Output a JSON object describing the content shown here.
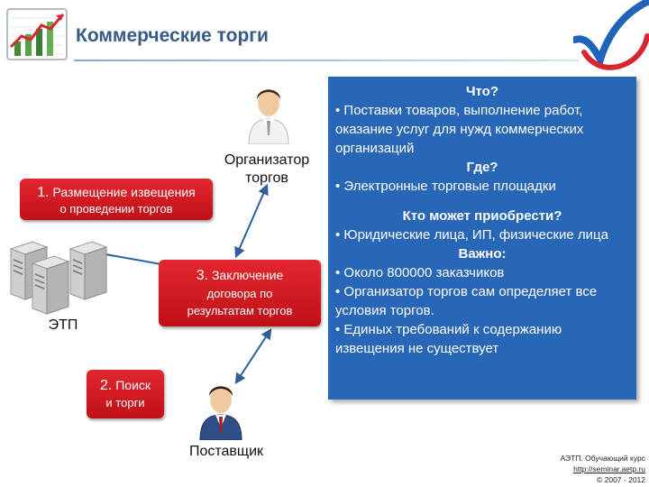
{
  "header": {
    "title": "Коммерческие торги"
  },
  "boxes": {
    "step1_num": "1.",
    "step1_line1": "Размещение извещения",
    "step1_line2": "о проведении торгов",
    "step2_num": "2.",
    "step2_line1": "Поиск",
    "step2_line2": "и торги",
    "step3_num": "3.",
    "step3_line1": "Заключение",
    "step3_line2": "договора по",
    "step3_line3": "результатам торгов"
  },
  "actors": {
    "organizer_line1": "Организатор",
    "organizer_line2": "торгов",
    "etp": "ЭТП",
    "supplier": "Поставщик"
  },
  "info": {
    "q_what": "Что?",
    "what_items": [
      "• Поставки товаров, выполнение работ, оказание услуг для нужд коммерческих организаций"
    ],
    "q_where": "Где?",
    "where_items": [
      "•  Электронные торговые площадки"
    ],
    "q_who": "Кто может приобрести?",
    "who_items": [
      "•  Юридические лица, ИП, физические лица"
    ],
    "q_important": "Важно:",
    "important_items": [
      "• Около 800000 заказчиков",
      "• Организатор торгов  сам определяет все условия торгов.",
      "• Единых требований к содержанию извещения не существует"
    ]
  },
  "footer": {
    "line1": "АЭТП. Обучающий курс",
    "line2": "http://seminar.aetp.ru",
    "line3": "© 2007 - 2012"
  },
  "icons": [
    "chart-logo-icon",
    "checkmark-logo-icon",
    "person-icon",
    "server-icon",
    "arrow-icon"
  ],
  "colors": {
    "accent_red": "#d71a24",
    "info_blue": "#2867b8",
    "title_blue": "#3a5a86"
  }
}
